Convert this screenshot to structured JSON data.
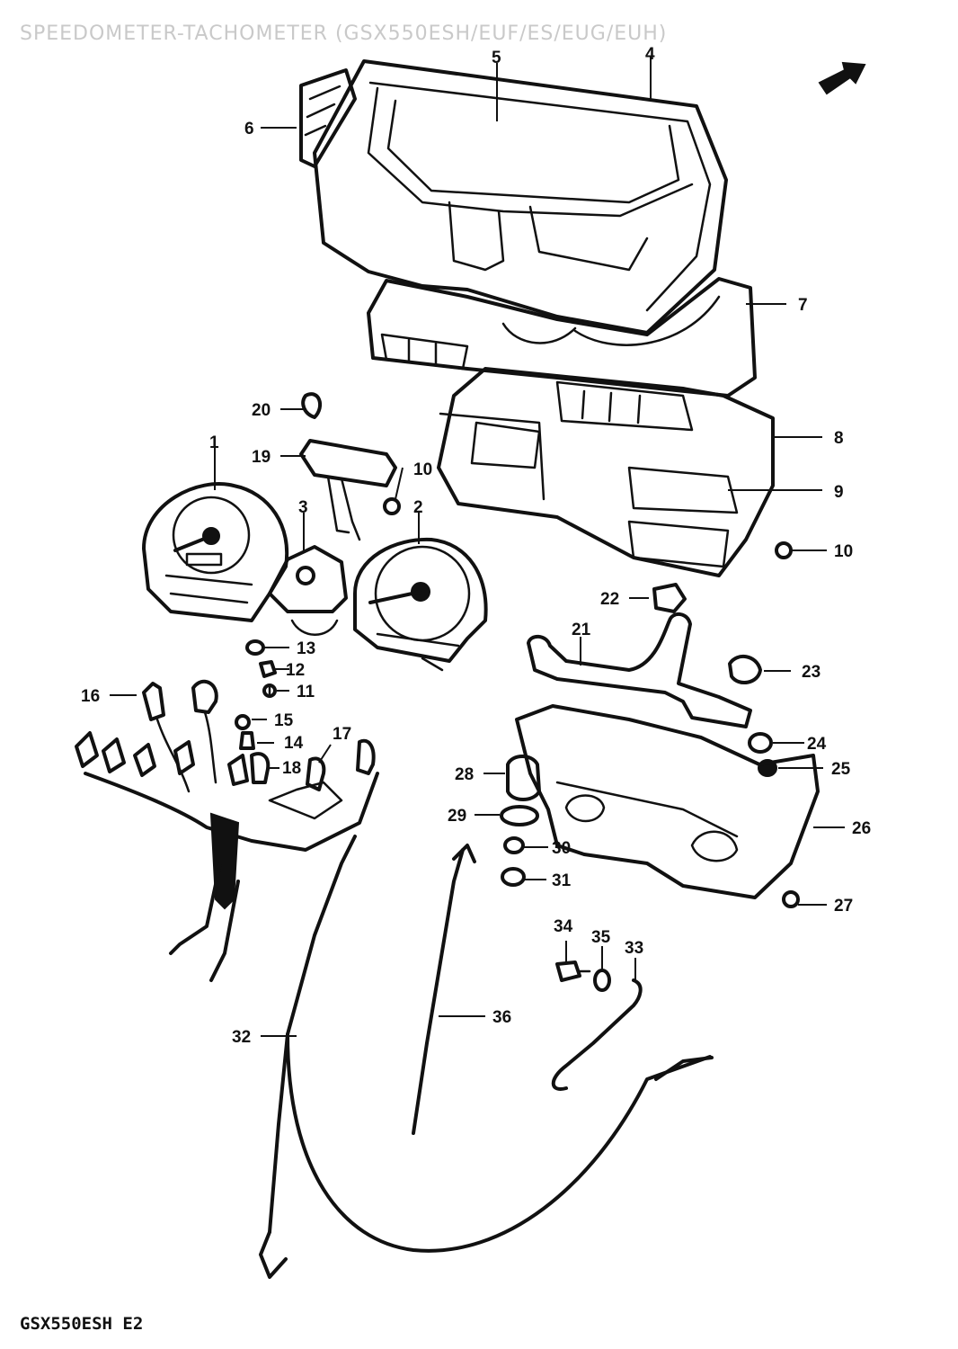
{
  "title": "SPEEDOMETER-TACHOMETER (GSX550ESH/EUF/ES/EUG/EUH)",
  "footer": "GSX550ESH  E2",
  "colors": {
    "ink": "#111111",
    "title_gray": "#c9c9c9",
    "background": "#ffffff"
  },
  "callouts": [
    {
      "id": "c1",
      "label": "1"
    },
    {
      "id": "c2",
      "label": "2"
    },
    {
      "id": "c3",
      "label": "3"
    },
    {
      "id": "c4",
      "label": "4"
    },
    {
      "id": "c5",
      "label": "5"
    },
    {
      "id": "c6",
      "label": "6"
    },
    {
      "id": "c7",
      "label": "7"
    },
    {
      "id": "c8",
      "label": "8"
    },
    {
      "id": "c9",
      "label": "9"
    },
    {
      "id": "c10a",
      "label": "10"
    },
    {
      "id": "c10b",
      "label": "10"
    },
    {
      "id": "c11",
      "label": "11"
    },
    {
      "id": "c12",
      "label": "12"
    },
    {
      "id": "c13",
      "label": "13"
    },
    {
      "id": "c14",
      "label": "14"
    },
    {
      "id": "c15",
      "label": "15"
    },
    {
      "id": "c16",
      "label": "16"
    },
    {
      "id": "c17",
      "label": "17"
    },
    {
      "id": "c18",
      "label": "18"
    },
    {
      "id": "c19",
      "label": "19"
    },
    {
      "id": "c20",
      "label": "20"
    },
    {
      "id": "c21",
      "label": "21"
    },
    {
      "id": "c22",
      "label": "22"
    },
    {
      "id": "c23",
      "label": "23"
    },
    {
      "id": "c24",
      "label": "24"
    },
    {
      "id": "c25",
      "label": "25"
    },
    {
      "id": "c26",
      "label": "26"
    },
    {
      "id": "c27",
      "label": "27"
    },
    {
      "id": "c28",
      "label": "28"
    },
    {
      "id": "c29",
      "label": "29"
    },
    {
      "id": "c30",
      "label": "30"
    },
    {
      "id": "c31",
      "label": "31"
    },
    {
      "id": "c32",
      "label": "32"
    },
    {
      "id": "c33",
      "label": "33"
    },
    {
      "id": "c34",
      "label": "34"
    },
    {
      "id": "c35",
      "label": "35"
    },
    {
      "id": "c36",
      "label": "36"
    }
  ]
}
